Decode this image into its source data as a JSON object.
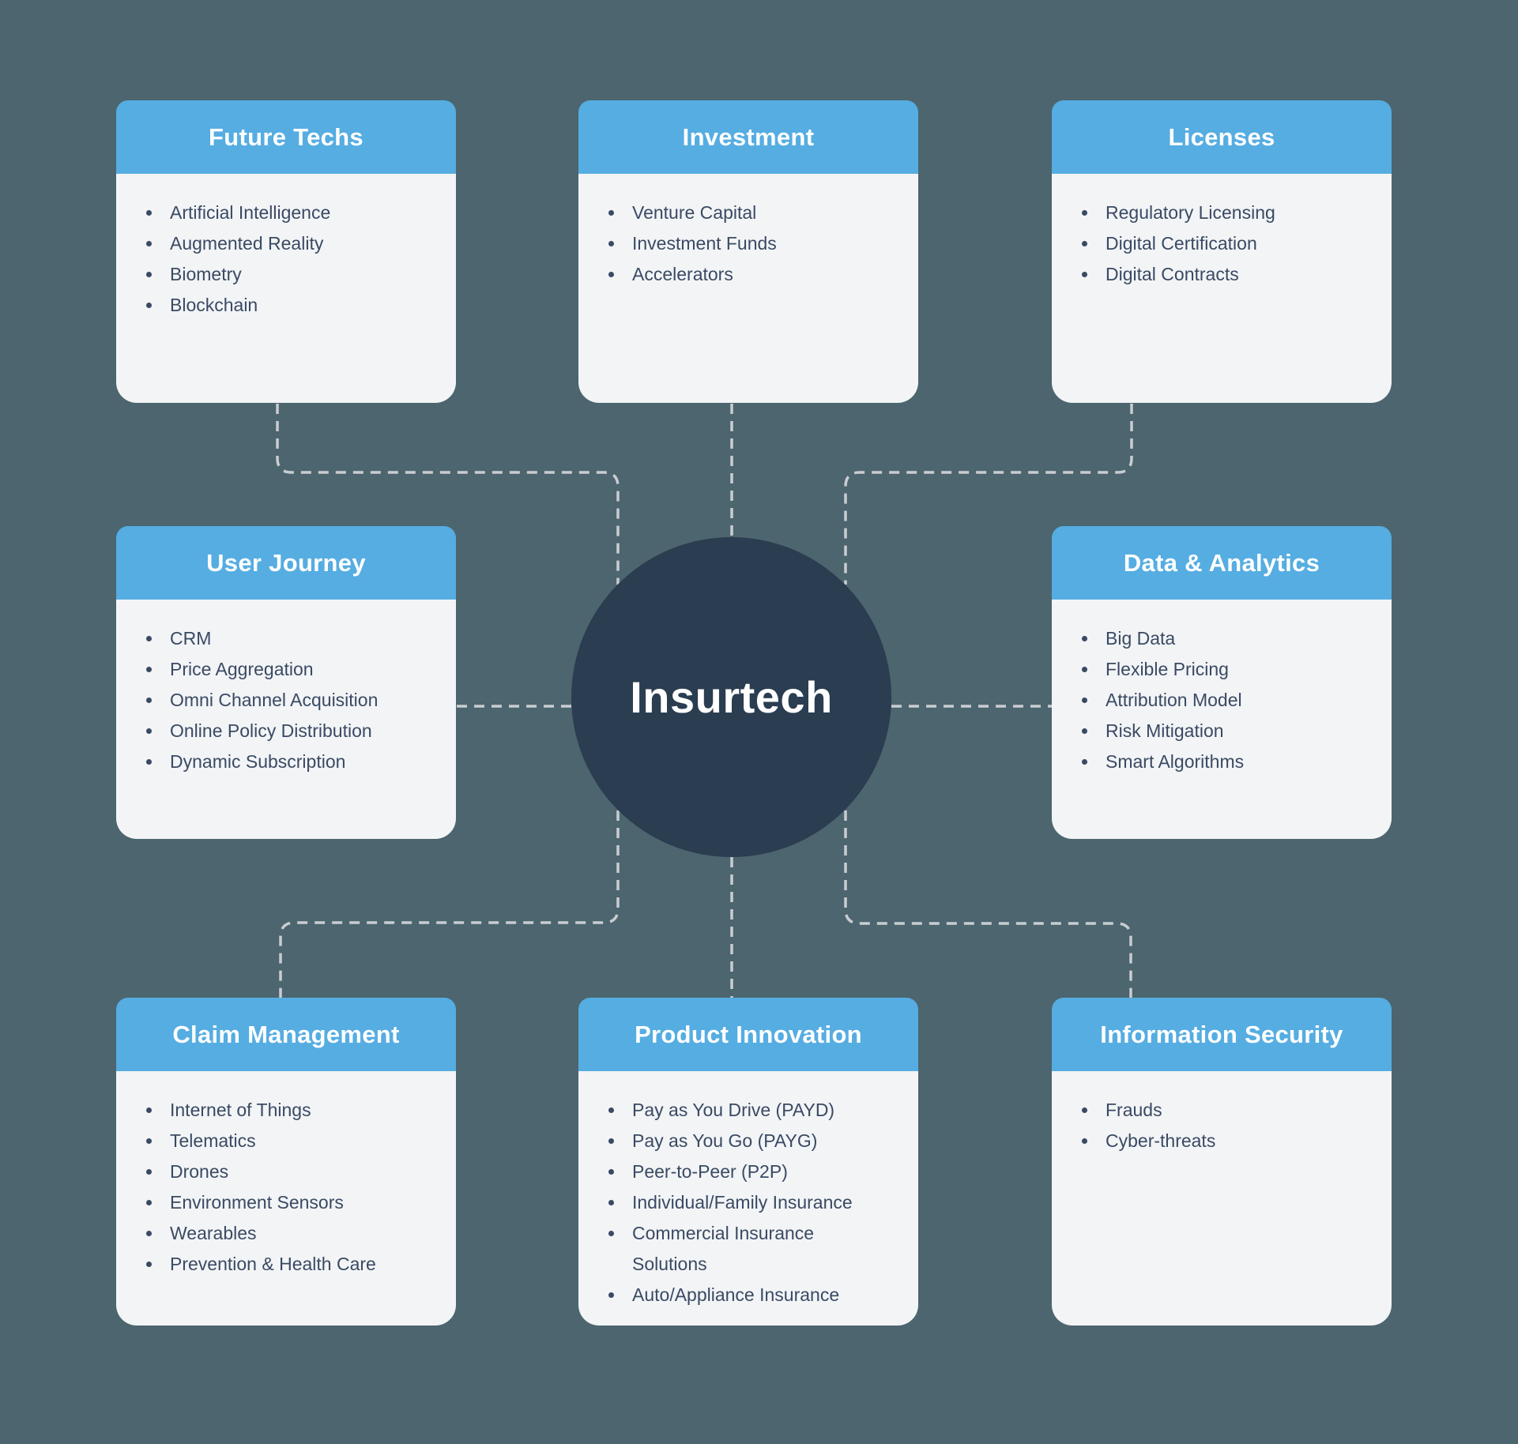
{
  "colors": {
    "bg": "#4C656E",
    "accent": "#55ADE2",
    "card": "#F2F4F6",
    "text": "#3A4A63",
    "circle": "#2B3D50",
    "connector": "#C9CDD1",
    "title": "#FFFFFF"
  },
  "center": {
    "label": "Insurtech"
  },
  "cards": [
    {
      "id": "future-techs",
      "title": "Future Techs",
      "items": [
        "Artificial Intelligence",
        "Augmented Reality",
        "Biometry",
        "Blockchain"
      ]
    },
    {
      "id": "investment",
      "title": "Investment",
      "items": [
        "Venture Capital",
        "Investment Funds",
        "Accelerators"
      ]
    },
    {
      "id": "licenses",
      "title": "Licenses",
      "items": [
        "Regulatory Licensing",
        "Digital Certification",
        "Digital Contracts"
      ]
    },
    {
      "id": "user-journey",
      "title": "User Journey",
      "items": [
        "CRM",
        "Price Aggregation",
        "Omni Channel Acquisition",
        "Online Policy Distribution",
        "Dynamic Subscription"
      ]
    },
    {
      "id": "data-analytics",
      "title": "Data & Analytics",
      "items": [
        "Big Data",
        "Flexible Pricing",
        "Attribution Model",
        "Risk Mitigation",
        "Smart Algorithms"
      ]
    },
    {
      "id": "claim-management",
      "title": "Claim Management",
      "items": [
        "Internet of Things",
        "Telematics",
        "Drones",
        "Environment Sensors",
        "Wearables",
        "Prevention & Health Care"
      ]
    },
    {
      "id": "product-innovation",
      "title": "Product Innovation",
      "items": [
        "Pay as You Drive (PAYD)",
        "Pay as You Go (PAYG)",
        "Peer-to-Peer (P2P)",
        "Individual/Family Insurance",
        "Commercial Insurance Solutions",
        "Auto/Appliance Insurance"
      ]
    },
    {
      "id": "information-security",
      "title": "Information Security",
      "items": [
        "Frauds",
        "Cyber-threats"
      ]
    }
  ]
}
